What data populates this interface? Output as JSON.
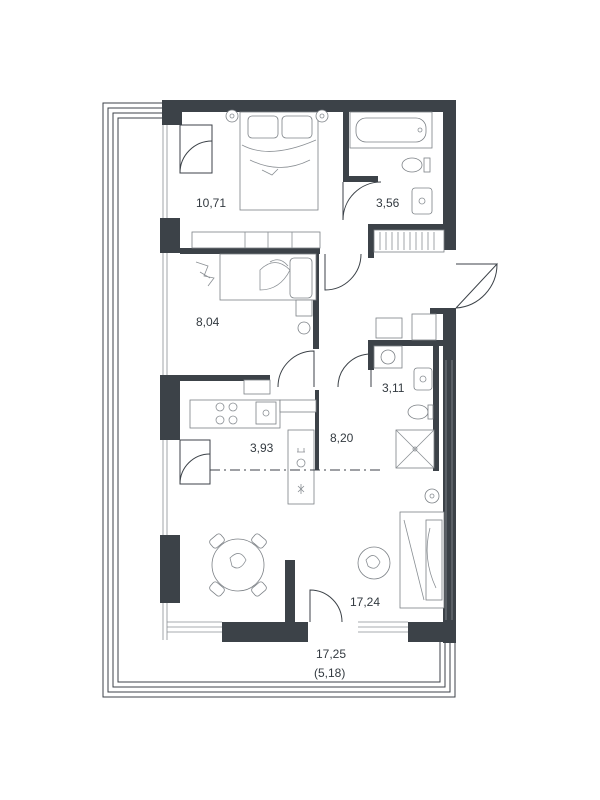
{
  "rooms": {
    "bedroom_1": {
      "area": "10,71"
    },
    "bathroom_1": {
      "area": "3,56"
    },
    "bedroom_2": {
      "area": "8,04"
    },
    "bathroom_2": {
      "area": "3,11"
    },
    "kitchen": {
      "area": "3,93"
    },
    "hallway": {
      "area": "8,20"
    },
    "living_room": {
      "area": "17,24"
    },
    "balcony": {
      "area": "17,25",
      "reduced_area": "(5,18)"
    }
  },
  "colors": {
    "wall": "#3c4248",
    "line": "#7c8186",
    "text": "#333a40"
  }
}
